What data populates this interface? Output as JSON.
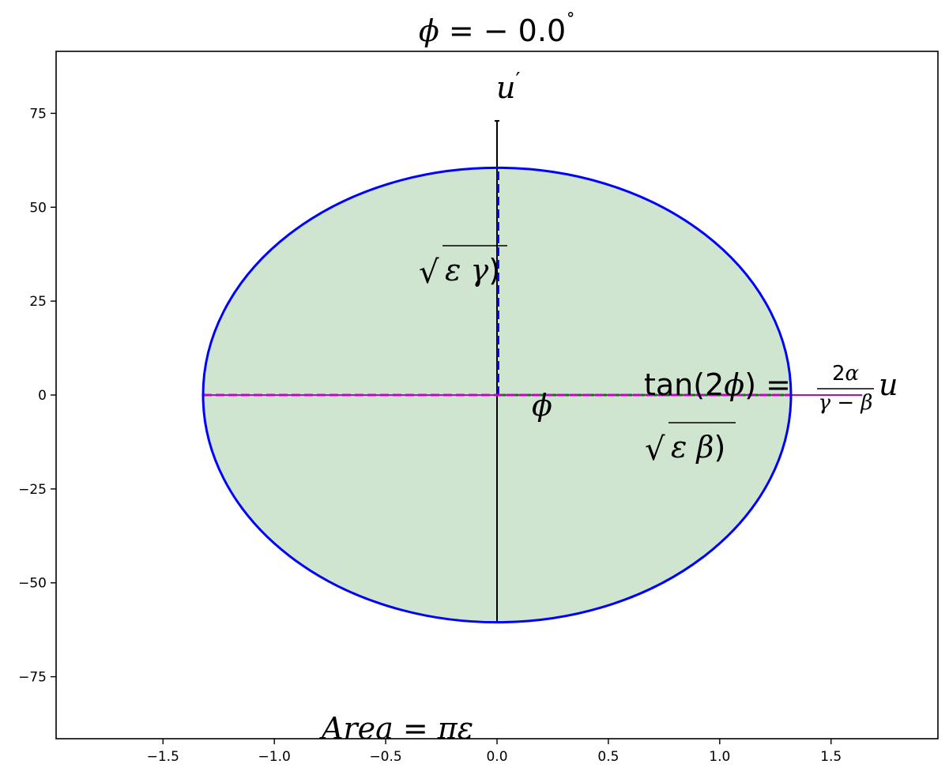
{
  "chart_data": {
    "type": "line",
    "title": "ϕ = − 0.0˚",
    "xlabel": "",
    "ylabel": "",
    "xlim": [
      -1.98,
      1.98
    ],
    "ylim": [
      -91.5,
      91.5
    ],
    "x_ticks": [
      -1.5,
      -1.0,
      -0.5,
      0.0,
      0.5,
      1.0,
      1.5
    ],
    "x_tick_labels": [
      "−1.5",
      "−1.0",
      "−0.5",
      "0.0",
      "0.5",
      "1.0",
      "1.5"
    ],
    "y_ticks": [
      -75,
      -50,
      -25,
      0,
      25,
      50,
      75
    ],
    "y_tick_labels": [
      "−75",
      "−50",
      "−25",
      "0",
      "25",
      "50",
      "75"
    ],
    "grid": false,
    "ellipse": {
      "center": [
        0,
        0
      ],
      "semi_axis_x": 1.32,
      "semi_axis_y": 60.5,
      "angle_deg": 0.0,
      "edge_color": "#0000ff",
      "fill_color": "#cfe5cf"
    },
    "series": [
      {
        "style": "solid",
        "color": "#000000",
        "x": [
          0,
          0
        ],
        "y": [
          -60.5,
          73
        ]
      },
      {
        "style": "solid",
        "color": "#cc00cc",
        "x": [
          -1.32,
          1.64
        ],
        "y": [
          0,
          0
        ]
      },
      {
        "style": "dashed",
        "color": "#0000ff",
        "x": [
          0.005,
          0.005
        ],
        "y": [
          0,
          60.5
        ]
      },
      {
        "style": "dashed",
        "color": "#008000",
        "x": [
          0,
          1.32
        ],
        "y": [
          0,
          0
        ]
      },
      {
        "style": "dashed",
        "color": "#cc00cc",
        "x": [
          -1.32,
          1.32
        ],
        "y": [
          0,
          0
        ]
      }
    ],
    "annotations": {
      "u_prime_label": "u′",
      "u_label": "u",
      "phi_label": "ϕ",
      "sqrt_eps_gamma": "√ε γ)",
      "sqrt_eps_beta": "√ε β)",
      "tan_formula": "tan(2ϕ) = 2α / (γ − β)",
      "area_label": "Area = πε"
    }
  }
}
